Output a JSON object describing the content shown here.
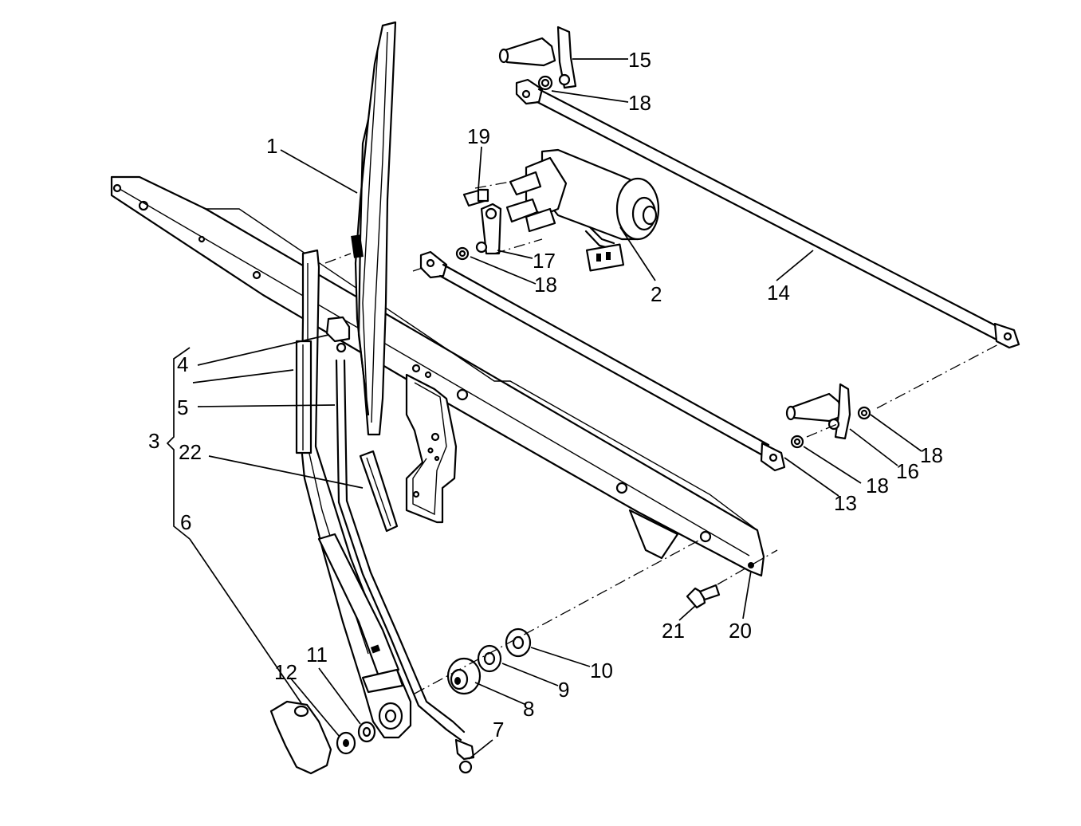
{
  "labels": {
    "l1": "1",
    "l2": "2",
    "l3": "3",
    "l4": "4",
    "l5": "5",
    "l6": "6",
    "l7": "7",
    "l8": "8",
    "l9": "9",
    "l10": "10",
    "l11": "11",
    "l12": "12",
    "l13": "13",
    "l14": "14",
    "l15": "15",
    "l16": "16",
    "l17": "17",
    "l18a": "18",
    "l18b": "18",
    "l18c": "18",
    "l18d": "18",
    "l19": "19",
    "l20": "20",
    "l21": "21",
    "l22": "22"
  }
}
